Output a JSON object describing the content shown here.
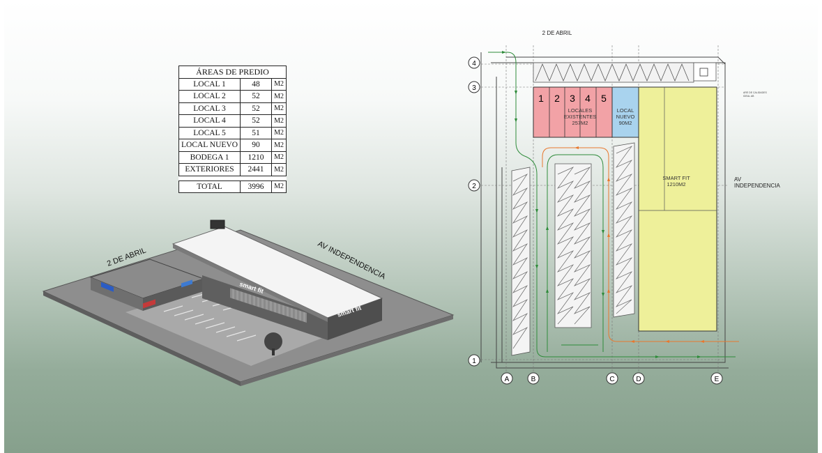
{
  "areas_table": {
    "title": "ÁREAS DE PREDIO",
    "rows": [
      {
        "name": "LOCAL 1",
        "value": "48",
        "unit": "M2"
      },
      {
        "name": "LOCAL 2",
        "value": "52",
        "unit": "M2"
      },
      {
        "name": "LOCAL 3",
        "value": "52",
        "unit": "M2"
      },
      {
        "name": "LOCAL 4",
        "value": "52",
        "unit": "M2"
      },
      {
        "name": "LOCAL 5",
        "value": "51",
        "unit": "M2"
      },
      {
        "name": "LOCAL NUEVO",
        "value": "90",
        "unit": "M2"
      },
      {
        "name": "BODEGA 1",
        "value": "1210",
        "unit": "M2"
      },
      {
        "name": "EXTERIORES",
        "value": "2441",
        "unit": "M2"
      }
    ],
    "total": {
      "name": "TOTAL",
      "value": "3996",
      "unit": "M2"
    }
  },
  "render_3d": {
    "street_left": "2 DE ABRIL",
    "street_right": "AV INDEPENDENCIA",
    "brand_sign": "smart fit"
  },
  "plan": {
    "street_top": "2 DE ABRIL",
    "street_right": "AV\nINDEPENDENCIA",
    "street_right_line1": "AV",
    "street_right_line2": "INDEPENDENCIA",
    "small_note": "ARE DE CALIDADES\nIDEAL AB",
    "small_note_line1": "ARE DE CALIDADES",
    "small_note_line2": "IDEAL AB",
    "row_axes": [
      "4",
      "3",
      "2",
      "1"
    ],
    "col_axes": [
      "A",
      "B",
      "C",
      "D",
      "E"
    ],
    "local_numbers": [
      "1",
      "2",
      "3",
      "4",
      "5"
    ],
    "locales_label_1": "LOCALES",
    "locales_label_2": "EXISTENTES",
    "locales_label_3": "257M2",
    "nuevo_label_1": "LOCAL",
    "nuevo_label_2": "NUEVO",
    "nuevo_label_3": "90M2",
    "smartfit_label_1": "SMART FIT",
    "smartfit_label_2": "1210M2",
    "colors": {
      "locales": "#f2a2a6",
      "nuevo": "#a9d3ee",
      "smartfit": "#eef09a",
      "arrow_green": "#2e8b3a",
      "arrow_orange": "#e8782e"
    }
  }
}
